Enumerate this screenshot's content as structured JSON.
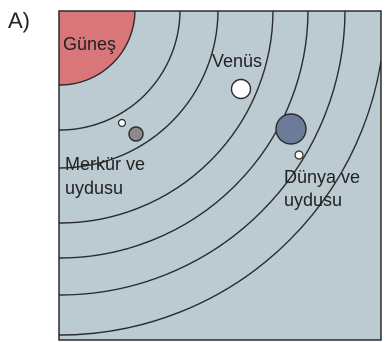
{
  "question_tag": "A)",
  "colors": {
    "background": "#bccbd1",
    "orbit_stroke": "#2b2b2b",
    "sun": "#d9767a",
    "venus": "#ffffff",
    "earth": "#6b7b99",
    "mercury": "#8b8b8b",
    "moon": "#ffffff",
    "frame": "#2b2b2b"
  },
  "bodies": {
    "sun": {
      "label": "Güneş",
      "icon": "sun-icon"
    },
    "venus": {
      "label": "Venüs",
      "icon": "venus-icon"
    },
    "mercury": {
      "label_line1": "Merkür ve",
      "label_line2": "uydusu",
      "icon": "mercury-icon"
    },
    "earth": {
      "label_line1": "Dünya ve",
      "label_line2": "uydusu",
      "icon": "earth-icon"
    }
  }
}
